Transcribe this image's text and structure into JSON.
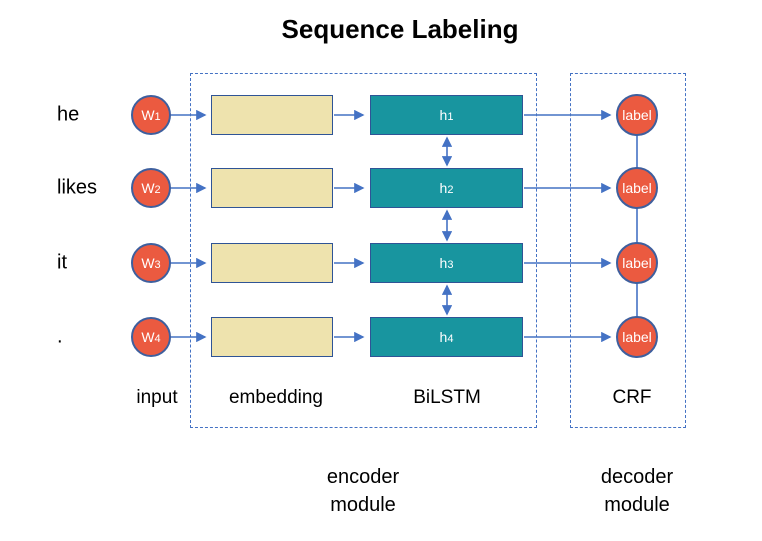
{
  "title": "Sequence Labeling",
  "rows": [
    {
      "word": "he",
      "input_main": "W",
      "input_sub": "1",
      "hidden_main": "h",
      "hidden_sub": "1",
      "label": "label"
    },
    {
      "word": "likes",
      "input_main": "W",
      "input_sub": "2",
      "hidden_main": "h",
      "hidden_sub": "2",
      "label": "label"
    },
    {
      "word": "it",
      "input_main": "W",
      "input_sub": "3",
      "hidden_main": "h",
      "hidden_sub": "3",
      "label": "label"
    },
    {
      "word": ".",
      "input_main": "W",
      "input_sub": "4",
      "hidden_main": "h",
      "hidden_sub": "4",
      "label": "label"
    }
  ],
  "column_labels": {
    "input": "input",
    "embedding": "embedding",
    "bilstm": "BiLSTM",
    "crf": "CRF"
  },
  "modules": {
    "encoder": {
      "line1": "encoder",
      "line2": "module"
    },
    "decoder": {
      "line1": "decoder",
      "line2": "module"
    }
  },
  "colors": {
    "node_fill": "#EB5A40",
    "node_border": "#3E5F9E",
    "embedding_fill": "#EEE3AE",
    "bilstm_fill": "#18959F",
    "box_border": "#2F5496",
    "arrow": "#4472C4",
    "dashed_border": "#4472C4"
  }
}
